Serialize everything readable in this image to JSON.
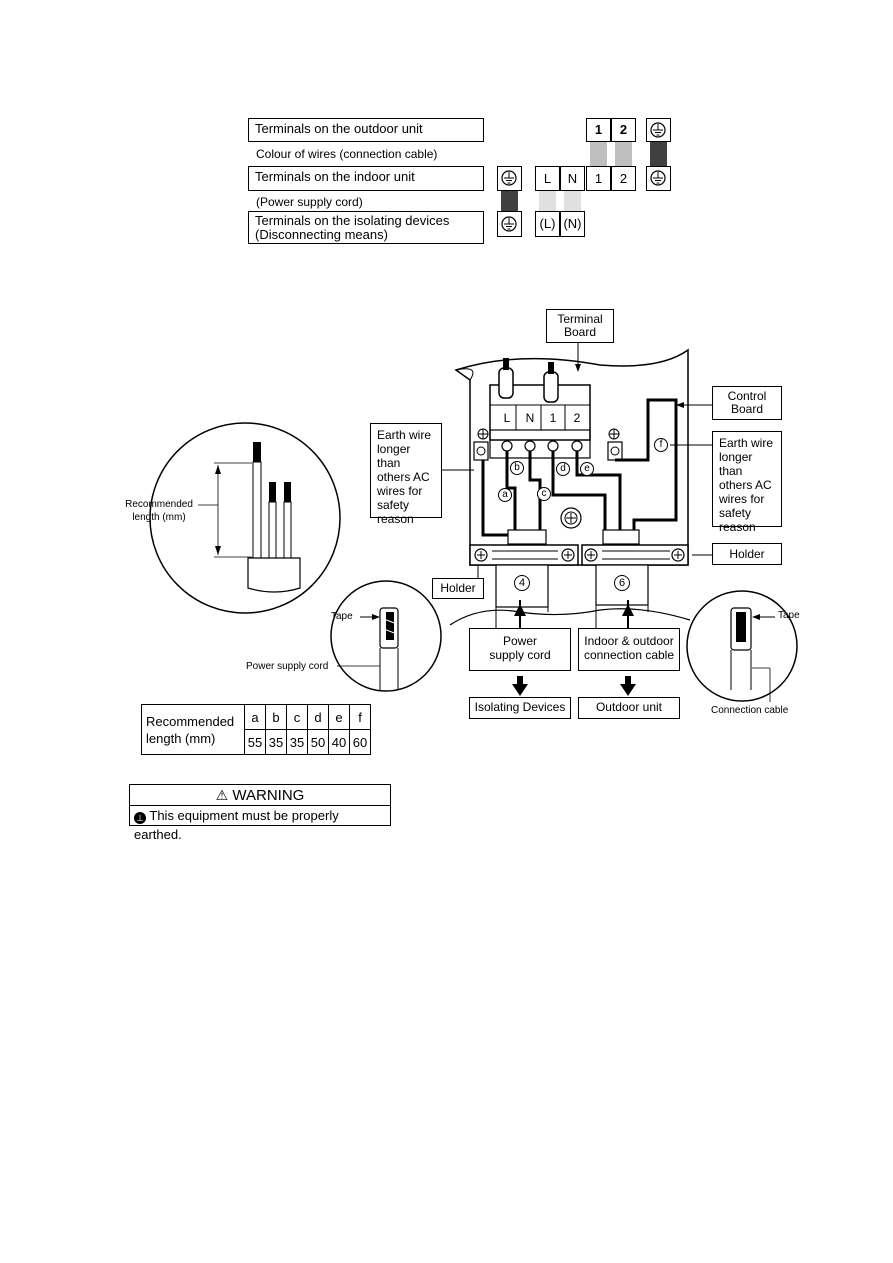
{
  "top_table": {
    "outdoor_label": "Terminals on the outdoor unit",
    "colour_label": "Colour of wires (connection cable)",
    "indoor_label": "Terminals on the indoor unit",
    "power_label": "(Power supply cord)",
    "isolating_label_1": "Terminals on the isolating devices",
    "isolating_label_2": "(Disconnecting means)",
    "outdoor_terminals": [
      "1",
      "2"
    ],
    "indoor_terminals": [
      "L",
      "N",
      "1",
      "2"
    ],
    "isolating_terminals": [
      "(L)",
      "(N)"
    ],
    "colors": {
      "grey": "#bfbfbf",
      "dark": "#404040",
      "light": "#e0e0e0"
    }
  },
  "diagram": {
    "terminal_board": "Terminal Board",
    "control_board": "Control Board",
    "earth_left": "Earth wire longer than others AC wires for safety reason",
    "earth_right": "Earth wire longer than others AC wires for safety reason",
    "holder_left": "Holder",
    "holder_right": "Holder",
    "board_terminals": [
      "L",
      "N",
      "1",
      "2"
    ],
    "wire_letters": [
      "a",
      "b",
      "c",
      "d",
      "e",
      "f"
    ],
    "num_left": "4",
    "num_right": "6",
    "power_box": "Power supply cord",
    "indoor_box": "Indoor & outdoor connection cable",
    "isolating_box": "Isolating Devices",
    "outdoor_box": "Outdoor unit",
    "recommended_length": "Recommended length (mm)",
    "tape_left": "Tape",
    "tape_right": "Tape",
    "power_cord_label": "Power supply cord",
    "connection_cable_label": "Connection cable"
  },
  "length_table": {
    "header": "Recommended length (mm)",
    "letters": [
      "a",
      "b",
      "c",
      "d",
      "e",
      "f"
    ],
    "values": [
      "55",
      "35",
      "35",
      "50",
      "40",
      "60"
    ]
  },
  "warning": {
    "title": "WARNING",
    "text": "This equipment must be properly earthed."
  }
}
